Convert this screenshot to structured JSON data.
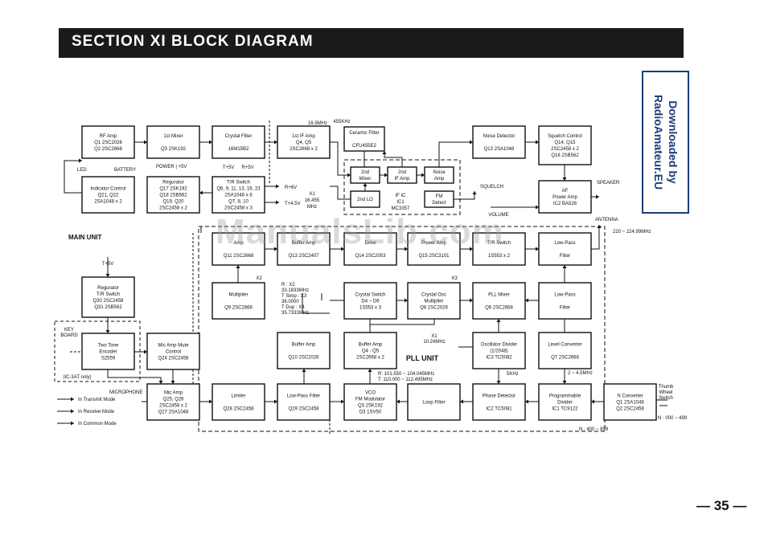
{
  "header": {
    "title": "SECTION  XI  BLOCK DIAGRAM"
  },
  "watermark": "ManualsLib.com",
  "side_banner": "Downloaded by\nRadioAmateur.EU",
  "page_number": "— 35 —",
  "blocks": [
    {
      "id": "rfamp",
      "lines": [
        "RF Amp",
        "Q1 2SC2026",
        "Q2 2SC2668"
      ]
    },
    {
      "id": "mixer1",
      "lines": [
        "1st Mixer",
        "",
        "Q3 2SK192"
      ]
    },
    {
      "id": "crystal_filter",
      "lines": [
        "Crystal Filter",
        "",
        "16M15B2"
      ]
    },
    {
      "id": "if_amp1",
      "lines": [
        "1st IF Amp",
        "Q4, Q5",
        "2SC2668 x 2"
      ]
    },
    {
      "id": "ceramic_filter",
      "lines": [
        "Ceramic Filter",
        "",
        "CFU455E2"
      ]
    },
    {
      "id": "noise_detector",
      "lines": [
        "Noise Detector",
        "",
        "Q13 2SA1048"
      ]
    },
    {
      "id": "squelch_ctrl",
      "lines": [
        "Squelch Control",
        "Q14, Q15",
        "2SC2458 x 2",
        "Q16 2SB562"
      ]
    },
    {
      "id": "indicator",
      "lines": [
        "Indicator Control",
        "Q21, Q22",
        "2SA1048 x 2"
      ]
    },
    {
      "id": "regulator",
      "lines": [
        "Regurator",
        "Q17 2SK192",
        "Q18 2SB562",
        "Q19, Q20",
        "2SC2458 x 2"
      ]
    },
    {
      "id": "tr_switch",
      "lines": [
        "T/R Switch",
        "Q6, 9, 11, 13, 16, 23",
        "2SA1048 x 6",
        "Q7, 8, 10",
        "2SC2458 x 3"
      ]
    },
    {
      "id": "mixer2",
      "lines": [
        "2nd",
        "Mixer"
      ]
    },
    {
      "id": "if_amp2",
      "lines": [
        "2nd",
        "IF Amp"
      ]
    },
    {
      "id": "noise_amp",
      "lines": [
        "Noise",
        "Amp"
      ]
    },
    {
      "id": "lo2",
      "lines": [
        "2nd LO"
      ]
    },
    {
      "id": "fm_detect",
      "lines": [
        "FM",
        "Detect"
      ]
    },
    {
      "id": "af_amp",
      "lines": [
        "AF",
        "Power Amp",
        "IC2 BA526"
      ]
    },
    {
      "id": "tx_amp",
      "lines": [
        "Amp",
        "",
        "Q11 2SC2668"
      ]
    },
    {
      "id": "tx_buffer",
      "lines": [
        "Buffer Amp",
        "",
        "Q13 2SC2407"
      ]
    },
    {
      "id": "tx_drive",
      "lines": [
        "Drive",
        "",
        "Q14 2SC2053"
      ]
    },
    {
      "id": "tx_power",
      "lines": [
        "Power Amp",
        "",
        "Q15 2SC3101"
      ]
    },
    {
      "id": "tx_trsw",
      "lines": [
        "T/R Switch",
        "",
        "1S553 x 2"
      ]
    },
    {
      "id": "lpf_tx",
      "lines": [
        "Low-Pass",
        "",
        "Filter"
      ]
    },
    {
      "id": "multiplier",
      "lines": [
        "Multiplier",
        "",
        "Q9 2SC2668"
      ]
    },
    {
      "id": "xtal_switch",
      "lines": [
        "Crystal Switch",
        "D4 ~ D6",
        "1S553 x 3"
      ]
    },
    {
      "id": "xtal_osc",
      "lines": [
        "Crystal Osc",
        "Multiplier",
        "Q8 2SC2026"
      ]
    },
    {
      "id": "pll_mixer",
      "lines": [
        "PLL Mixer",
        "",
        "Q6 2SC2668"
      ]
    },
    {
      "id": "lpf_pll",
      "lines": [
        "Low-Pass",
        "",
        "Filter"
      ]
    },
    {
      "id": "buffer_a",
      "lines": [
        "Buffer Amp",
        "",
        "Q10 2SC2026"
      ]
    },
    {
      "id": "buffer_b",
      "lines": [
        "Buffer Amp",
        "Q4 - Q5",
        "2SC2668 x 2"
      ]
    },
    {
      "id": "osc_divider",
      "lines": [
        "Oscillator Divider",
        "(1/2048)",
        "IC3 TC5082"
      ]
    },
    {
      "id": "level_conv",
      "lines": [
        "Level Converter",
        "",
        "Q7 2SC2668"
      ]
    },
    {
      "id": "reg_tr",
      "lines": [
        "Regurator",
        "T/R Switch",
        "Q30 2SC2458",
        "Q31 2SB562"
      ]
    },
    {
      "id": "two_tone",
      "lines": [
        "Two Tone",
        "Encoder",
        "S2559"
      ]
    },
    {
      "id": "mic_mute",
      "lines": [
        "Mic Amp Mute",
        "Control",
        "Q24 2SC2458"
      ]
    },
    {
      "id": "mic_amp",
      "lines": [
        "Mic Amp",
        "Q25, Q26",
        "2SC2458 x 2",
        "Q27 2SA1048"
      ]
    },
    {
      "id": "limiter",
      "lines": [
        "Limiter",
        "",
        "Q28 2SC2458"
      ]
    },
    {
      "id": "lpf_audio",
      "lines": [
        "Low-Pass Filter",
        "",
        "Q29 2SC2458"
      ]
    },
    {
      "id": "vco",
      "lines": [
        "VCO",
        "FM Modulator",
        "Q3 2SK192",
        "D3 1SV50"
      ]
    },
    {
      "id": "loop_filter",
      "lines": [
        "Loop Filter"
      ]
    },
    {
      "id": "phase_det",
      "lines": [
        "Phase Detector",
        "",
        "IC2 TC5081"
      ]
    },
    {
      "id": "prog_div",
      "lines": [
        "Programmable",
        "Divider",
        "IC1 TC9122"
      ]
    },
    {
      "id": "n_conv",
      "lines": [
        "N Converter",
        "Q1 2SA1048",
        "Q2 2SC2458"
      ]
    }
  ],
  "labels": {
    "main_unit": "MAIN UNIT",
    "pll_unit": "PLL UNIT",
    "freq_169": "16.9MHz",
    "freq_455": "455KHz",
    "if_ic": [
      "IF IC",
      "IC1",
      "MC3357"
    ],
    "x1_16455": [
      "X1",
      "16.455",
      "MHz"
    ],
    "squelch": "SQUELCH",
    "volume": "VOLUME",
    "speaker": "SPEAKER",
    "antenna": "ANTENNA",
    "ant_range": "220 ~ 224.99MHz",
    "led": "LED",
    "battery": "BATTERY",
    "power_5v": "POWER | +5V",
    "t5v": "T+5V",
    "r5v": "R+5V",
    "r6v": "R+6V",
    "t45v": "T+4.5V",
    "t5v_top": "T+5V",
    "x2a": "X2",
    "x2b": "X2",
    "x3": "X3",
    "xtal_freqs": [
      "R : X2",
      "33.1833MHz",
      "T Simp : X3",
      "36.0000",
      "T Dup : X4",
      "35.7333MHz"
    ],
    "x1_1024": [
      "X1",
      "10.24MHz"
    ],
    "khz5": "5KHz",
    "mhz_2_45": "2 ~ 4.5MHz",
    "vco_range": [
      "R: 101.550 ~ 104.045MHz",
      "T: 110.000 ~ 112.495MHz"
    ],
    "n_range1": "N : 400 ~ 899",
    "n_range2": "N : 000 ~ 499",
    "keyboard": [
      "KEY",
      "BOARD"
    ],
    "ic3at": "(IC-3AT only)",
    "microphone": "MICROPHONE",
    "thumb": [
      "Thumb",
      "Wheel",
      "Switch"
    ],
    "legend": [
      "In Transmit Mode",
      "In Receive Mode",
      "In Common Mode"
    ]
  }
}
